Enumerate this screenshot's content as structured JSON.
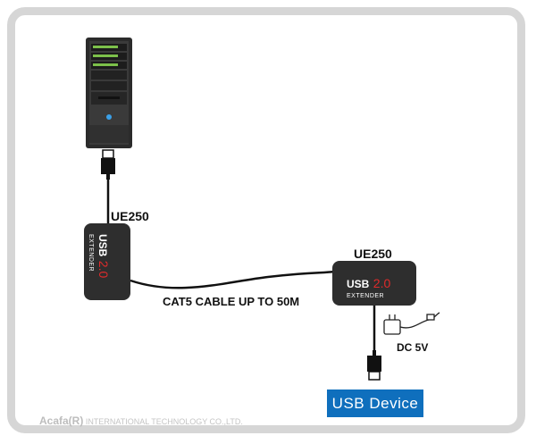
{
  "diagram": {
    "extender_left_label": "UE250",
    "extender_right_label": "UE250",
    "extender_usb_text": "USB",
    "extender_version": "2.0",
    "extender_sub_text": "EXTENDER",
    "cable_label": "CAT5 CABLE UP TO 50M",
    "power_label": "DC 5V",
    "device_label": "USB  Device",
    "footer_brand": "Acafa(R)",
    "footer_company": "INTERNATIONAL TECHNOLOGY CO.,LTD.",
    "colors": {
      "device_box": "#0f6fbd",
      "version_red": "#e02b2b",
      "frame": "#d6d6d6"
    },
    "icons": [
      "computer-tower-icon",
      "usb-plug-icon",
      "power-adapter-icon"
    ]
  }
}
